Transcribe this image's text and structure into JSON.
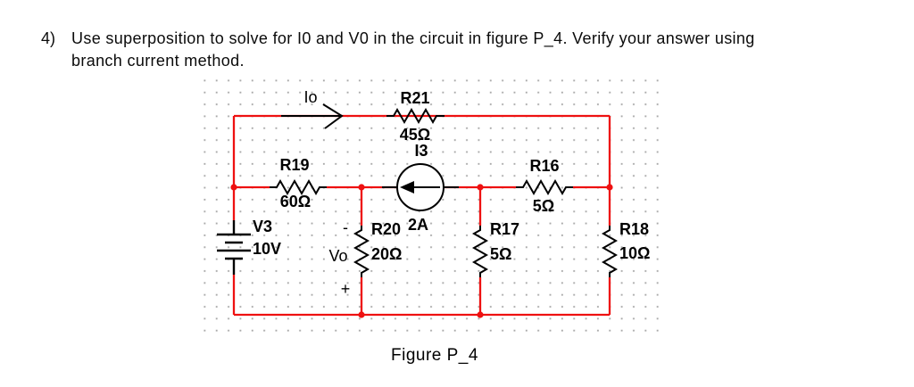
{
  "problem": {
    "number": "4)",
    "line1": "Use superposition to solve for I0 and V0 in the circuit in figure P_4. Verify your answer using",
    "line2": "branch current method."
  },
  "figure": {
    "caption": "Figure P_4"
  },
  "colors": {
    "wire": "#ee1111",
    "junction": "#ee1111",
    "component": "#000000",
    "grid_dot": "#a9a9a9",
    "background": "#ffffff"
  },
  "circuit": {
    "current_arrow": {
      "label": "Io"
    },
    "r21": {
      "ref": "R21",
      "value": "45Ω"
    },
    "source": {
      "ref": "I3",
      "value": "2A"
    },
    "r19": {
      "ref": "R19",
      "value": "60Ω"
    },
    "r16": {
      "ref": "R16",
      "value": "5Ω"
    },
    "v3": {
      "ref": "V3",
      "value": "10V"
    },
    "r20": {
      "ref": "R20",
      "value": "20Ω"
    },
    "vo": {
      "label": "Vo",
      "minus": "-",
      "plus": "+"
    },
    "r17": {
      "ref": "R17",
      "value": "5Ω"
    },
    "r18": {
      "ref": "R18",
      "value": "10Ω"
    }
  }
}
